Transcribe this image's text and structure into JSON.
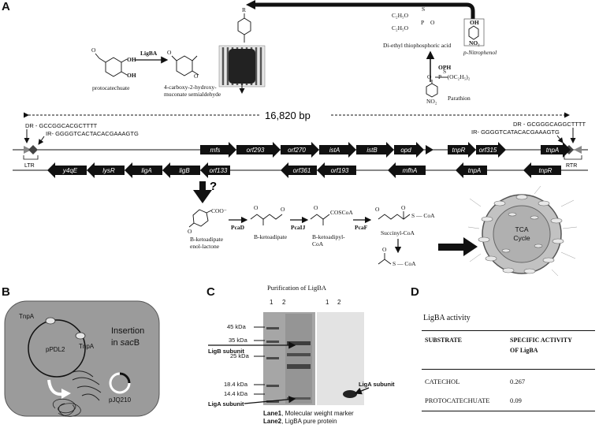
{
  "panels": {
    "a": "A",
    "b": "B",
    "c": "C",
    "d": "D"
  },
  "top_pathway": {
    "enzyme_ligba": "LigBA",
    "substrate_name": "protocatechuate",
    "product_name_line1": "4-carboxy-2-hydroxy-",
    "product_name_line2": "muconate semialdehyde",
    "r_group": "R",
    "diethyl_formula": "C₂H₅O",
    "diethyl_name": "Di-ethyl thiophosphoric acid",
    "enzyme_oph": "OPH",
    "nitrophenol_name": "p-Nitrophenol",
    "parathion_name": "Parathion",
    "oh": "OH",
    "no2": "NO₂",
    "o": "O",
    "s": "S",
    "p": "P",
    "parathion_group": "P—(OC₂H₅)₂"
  },
  "genome": {
    "size_label": "16,820 bp",
    "left_dr": "DR - GCCGGCACGCTTTT",
    "left_ir": "IR-  GGGGTCACTACACGAAAGTG",
    "right_dr": "DR - GCGGGCAGGCTTTT",
    "right_ir": "IR-  GGGGTCATACACGAAAGTG",
    "ltr": "LTR",
    "rtr": "RTR",
    "top_genes": [
      "mfs",
      "orf293",
      "orf270",
      "istA",
      "istB",
      "opd",
      "tnpR",
      "orf315",
      "tnpA"
    ],
    "bottom_genes": [
      "y4qE",
      "lysR",
      "ligA",
      "ligB",
      "orf133",
      "orf361",
      "orf193",
      "mfhA",
      "tnpA",
      "tnpR"
    ]
  },
  "pathway": {
    "question": "?",
    "c1_line1": "B-ketoadipate",
    "c1_line2": "enol-lactone",
    "e1": "PcaD",
    "c2": "B-ketoadipate",
    "e2": "PcaIJ",
    "c3_line1": "B-ketoadipyl-",
    "c3_line2": "CoA",
    "e3": "PcaF",
    "c4": "Succinyl-CoA",
    "cosco_a": "COSCoA",
    "s_coa": "S — CoA",
    "coo": "COO⁻",
    "tca_line1": "TCA",
    "tca_line2": "Cycle"
  },
  "panel_b": {
    "tnpa_1": "TnpA",
    "tnpa_2": "TnpA",
    "plasmid": "pPDL2",
    "insertion_line1": "Insertion",
    "insertion_line2_a": "in ",
    "insertion_line2_b": "sac",
    "insertion_line2_c": "B",
    "vector": "pJQ210"
  },
  "panel_c": {
    "title": "Purification of LigBA",
    "lane_labels": [
      "1",
      "2",
      "1",
      "2"
    ],
    "markers": [
      "45 kDa",
      "35 kDa",
      "25 kDa",
      "18.4 kDa",
      "14.4 kDa"
    ],
    "ligb_label": "LigB subunit",
    "liga_label": "LigA subunit",
    "liga_label_right": "LigA subunit",
    "legend_1_bold": "Lane1",
    "legend_1_rest": ", Molecular  weight marker",
    "legend_2_bold": "Lane2",
    "legend_2_rest": ", LigBA pure protein"
  },
  "panel_d": {
    "title": "LigBA activity",
    "col_substrate": "SUBSTRATE",
    "col_activity_line1": "SPECIFIC ACTIVITY",
    "col_activity_line2": "OF LigBA",
    "rows": [
      {
        "substrate": "CATECHOL",
        "activity": "0.267"
      },
      {
        "substrate": "PROTOCATECHUATE",
        "activity": "0.09"
      }
    ]
  },
  "colors": {
    "arrow": "#000000",
    "gel_bg": "#a8a8a8",
    "cell_bg": "#9b9b9b",
    "tca_fill": "#bdbdbd"
  }
}
